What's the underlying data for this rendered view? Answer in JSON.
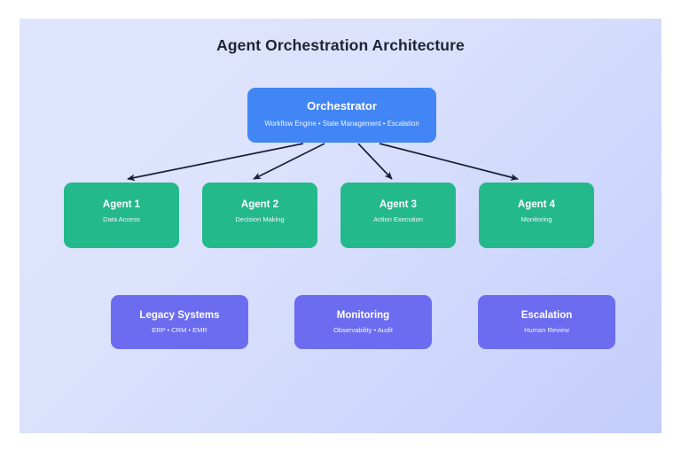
{
  "diagram": {
    "title": "Agent Orchestration Architecture",
    "colors": {
      "background_start": "#dfe4fd",
      "background_end": "#c3cdfb",
      "orchestrator": "#4285f4",
      "agent": "#23b98b",
      "support": "#6c6cf0",
      "arrow": "#1a2035",
      "title_text": "#1e2433",
      "node_text": "#ffffff"
    },
    "orchestrator": {
      "title": "Orchestrator",
      "subtitle": "Workflow Engine • State Management • Escalation"
    },
    "agents": [
      {
        "title": "Agent 1",
        "subtitle": "Data Access"
      },
      {
        "title": "Agent 2",
        "subtitle": "Decision Making"
      },
      {
        "title": "Agent 3",
        "subtitle": "Action Execution"
      },
      {
        "title": "Agent 4",
        "subtitle": "Monitoring"
      }
    ],
    "support": [
      {
        "title": "Legacy Systems",
        "subtitle": "ERP • CRM • EMR"
      },
      {
        "title": "Monitoring",
        "subtitle": "Observability • Audit"
      },
      {
        "title": "Escalation",
        "subtitle": "Human Review"
      }
    ],
    "connectors": [
      {
        "from": "Orchestrator",
        "to": "Agent 1"
      },
      {
        "from": "Orchestrator",
        "to": "Agent 2"
      },
      {
        "from": "Orchestrator",
        "to": "Agent 3"
      },
      {
        "from": "Orchestrator",
        "to": "Agent 4"
      }
    ]
  }
}
